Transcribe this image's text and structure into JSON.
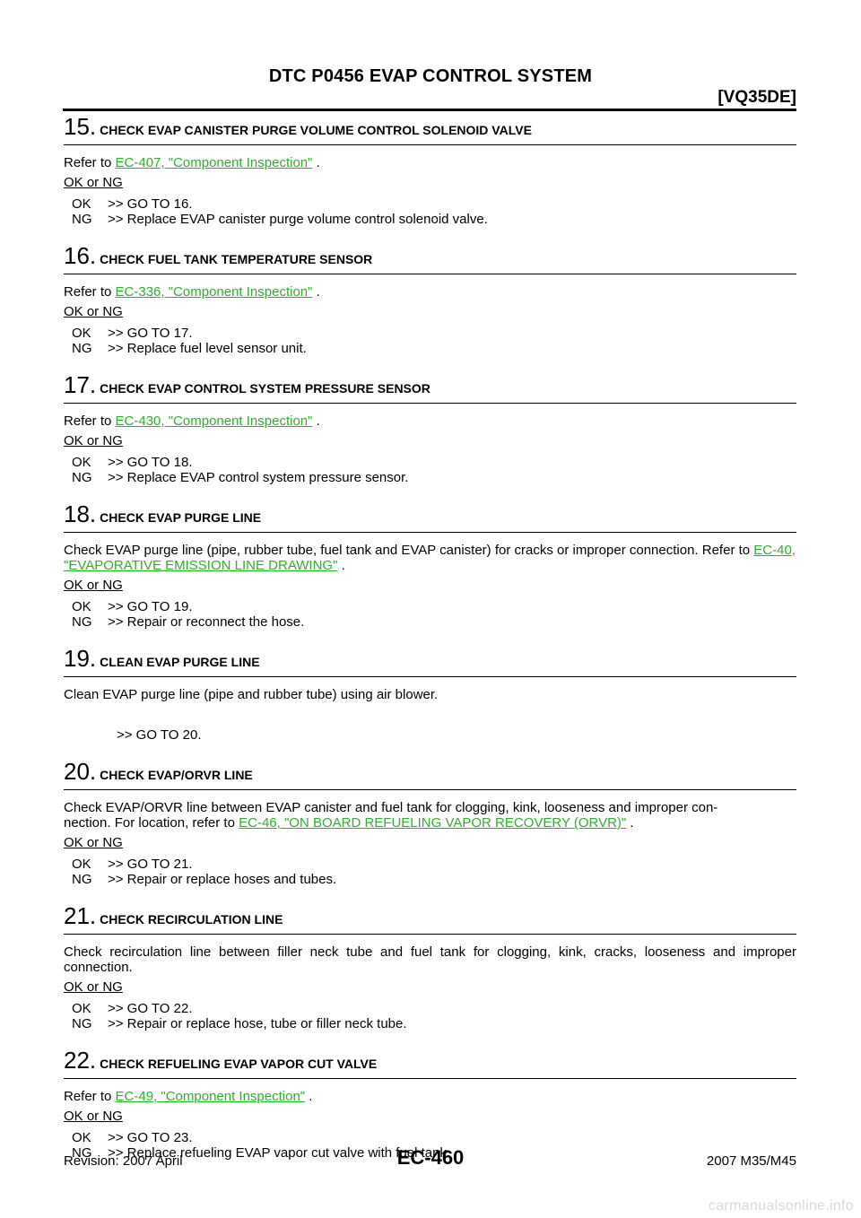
{
  "header": {
    "title": "DTC P0456 EVAP CONTROL SYSTEM",
    "engine": "[VQ35DE]"
  },
  "steps": [
    {
      "num": "15.",
      "title": "CHECK EVAP CANISTER PURGE VOLUME CONTROL SOLENOID VALVE",
      "text_before": "Refer to ",
      "link": "EC-407, \"Component Inspection\"",
      "text_after": " .",
      "okng": "OK or NG",
      "ok": "OK      >> GO TO 16.",
      "ng": "NG      >> Replace EVAP canister purge volume control solenoid valve."
    },
    {
      "num": "16.",
      "title": "CHECK FUEL TANK TEMPERATURE SENSOR",
      "text_before": "Refer to ",
      "link": "EC-336, \"Component Inspection\"",
      "text_after": " .",
      "okng": "OK or NG",
      "ok": "OK      >> GO TO 17.",
      "ng": "NG      >> Replace fuel level sensor unit."
    },
    {
      "num": "17.",
      "title": "CHECK EVAP CONTROL SYSTEM PRESSURE SENSOR",
      "text_before": "Refer to ",
      "link": "EC-430, \"Component Inspection\"",
      "text_after": " .",
      "okng": "OK or NG",
      "ok": "OK      >> GO TO 18.",
      "ng": "NG      >> Replace EVAP control system pressure sensor."
    },
    {
      "num": "18.",
      "title": "CHECK EVAP PURGE LINE",
      "text_before": "Check EVAP purge line (pipe, rubber tube, fuel tank and EVAP canister) for cracks or improper connection. Refer to ",
      "link": "EC-40, \"EVAPORATIVE EMISSION LINE DRAWING\"",
      "text_after": " .",
      "okng": "OK or NG",
      "ok": "OK      >> GO TO 19.",
      "ng": "NG      >> Repair or reconnect the hose."
    },
    {
      "num": "19.",
      "title": "CLEAN EVAP PURGE LINE",
      "text": "Clean EVAP purge line (pipe and rubber tube) using air blower.",
      "goto": ">> GO TO 20."
    },
    {
      "num": "20.",
      "title": "CHECK EVAP/ORVR LINE",
      "text_before": "Check EVAP/ORVR line between EVAP canister and fuel tank for clogging, kink, looseness and improper connection. For location, refer to ",
      "text_before_line1": "Check EVAP/ORVR line between EVAP canister and fuel tank for clogging, kink, looseness and improper con-",
      "text_before_line2": "nection. For location, refer to ",
      "link": "EC-46, \"ON BOARD REFUELING VAPOR RECOVERY (ORVR)\"",
      "text_after": " .",
      "okng": "OK or NG",
      "ok": "OK      >> GO TO 21.",
      "ng": "NG      >> Repair or replace hoses and tubes."
    },
    {
      "num": "21.",
      "title": "CHECK RECIRCULATION LINE",
      "text": "Check recirculation line between filler neck tube and fuel tank for clogging, kink, cracks, looseness and improper connection.",
      "okng": "OK or NG",
      "ok": "OK      >> GO TO 22.",
      "ng": "NG      >> Repair or replace hose, tube or filler neck tube."
    },
    {
      "num": "22.",
      "title": "CHECK REFUELING EVAP VAPOR CUT VALVE",
      "text_before": "Refer to ",
      "link": "EC-49, \"Component Inspection\"",
      "text_after": " .",
      "okng": "OK or NG",
      "ok": "OK      >> GO TO 23.",
      "ng": "NG      >> Replace refueling EVAP vapor cut valve with fuel tank."
    }
  ],
  "results": {
    "s15": {
      "ok_code": "OK",
      "ok_text": ">> GO TO 16.",
      "ng_code": "NG",
      "ng_text": ">> Replace EVAP canister purge volume control solenoid valve."
    },
    "s16": {
      "ok_code": "OK",
      "ok_text": ">> GO TO 17.",
      "ng_code": "NG",
      "ng_text": ">> Replace fuel level sensor unit."
    },
    "s17": {
      "ok_code": "OK",
      "ok_text": ">> GO TO 18.",
      "ng_code": "NG",
      "ng_text": ">> Replace EVAP control system pressure sensor."
    },
    "s18": {
      "ok_code": "OK",
      "ok_text": ">> GO TO 19.",
      "ng_code": "NG",
      "ng_text": ">> Repair or reconnect the hose."
    },
    "s20": {
      "ok_code": "OK",
      "ok_text": ">> GO TO 21.",
      "ng_code": "NG",
      "ng_text": ">> Repair or replace hoses and tubes."
    },
    "s21": {
      "ok_code": "OK",
      "ok_text": ">> GO TO 22.",
      "ng_code": "NG",
      "ng_text": ">> Repair or replace hose, tube or filler neck tube."
    },
    "s22": {
      "ok_code": "OK",
      "ok_text": ">> GO TO 23.",
      "ng_code": "NG",
      "ng_text": ">> Replace refueling EVAP vapor cut valve with fuel tank."
    }
  },
  "footer": {
    "revision": "Revision: 2007 April",
    "page": "EC-460",
    "model": "2007 M35/M45"
  },
  "watermark": "carmanualsonline.info",
  "colors": {
    "link": "#2fae2f"
  }
}
